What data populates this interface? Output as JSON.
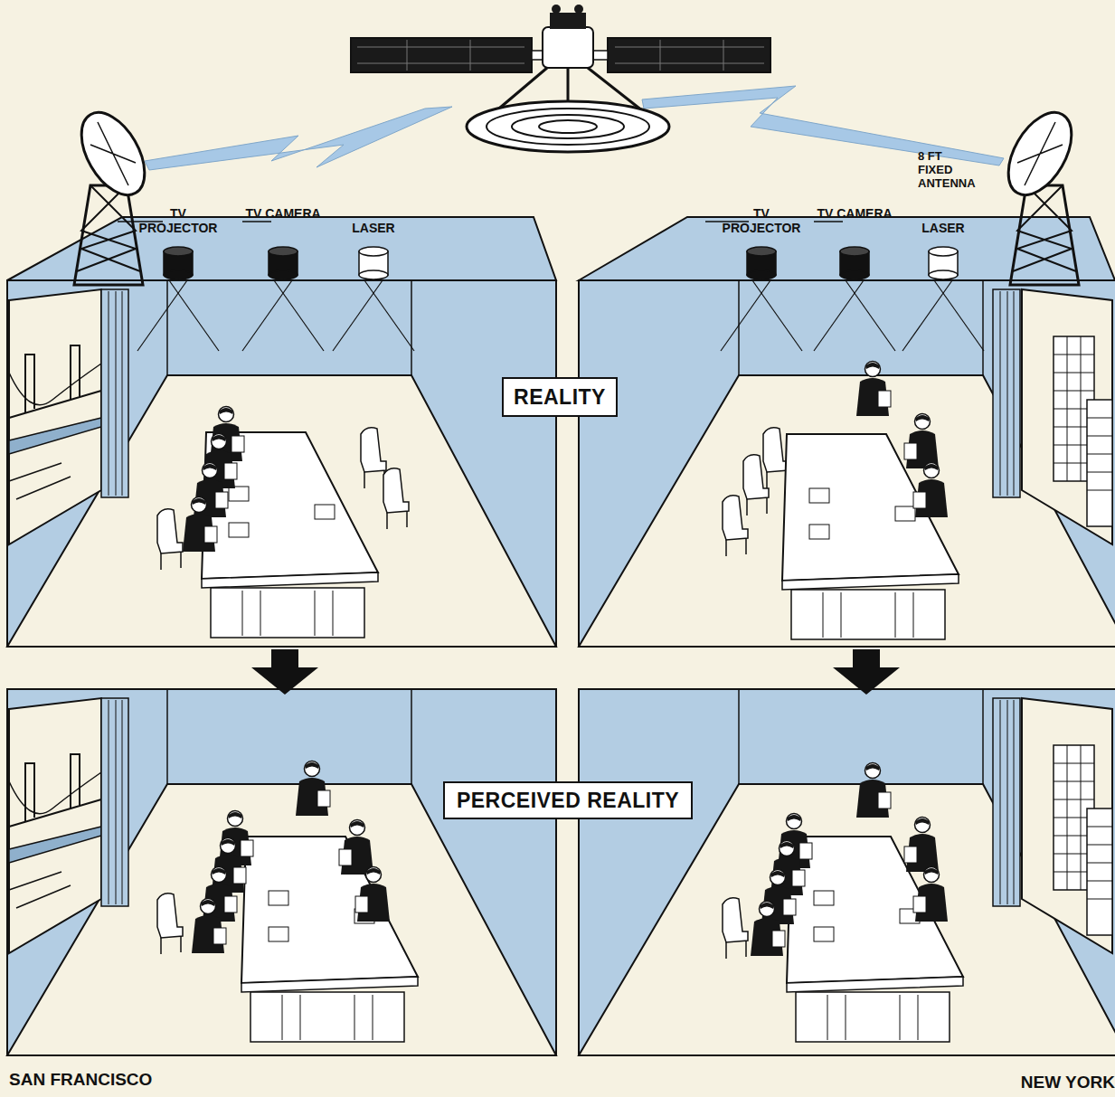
{
  "diagram": {
    "nodes": [
      {
        "text": [
          "REALITY"
        ]
      },
      {
        "text": [
          "PERCEIVED REALITY"
        ]
      }
    ],
    "labels": [
      "TV PROJECTOR",
      "TV CAMERA",
      "LASER",
      "TV PROJECTOR",
      "TV CAMERA",
      "LASER",
      "8 FT FIXED ANTENNA",
      "SAN FRANCISCO",
      "NEW YORK"
    ]
  }
}
